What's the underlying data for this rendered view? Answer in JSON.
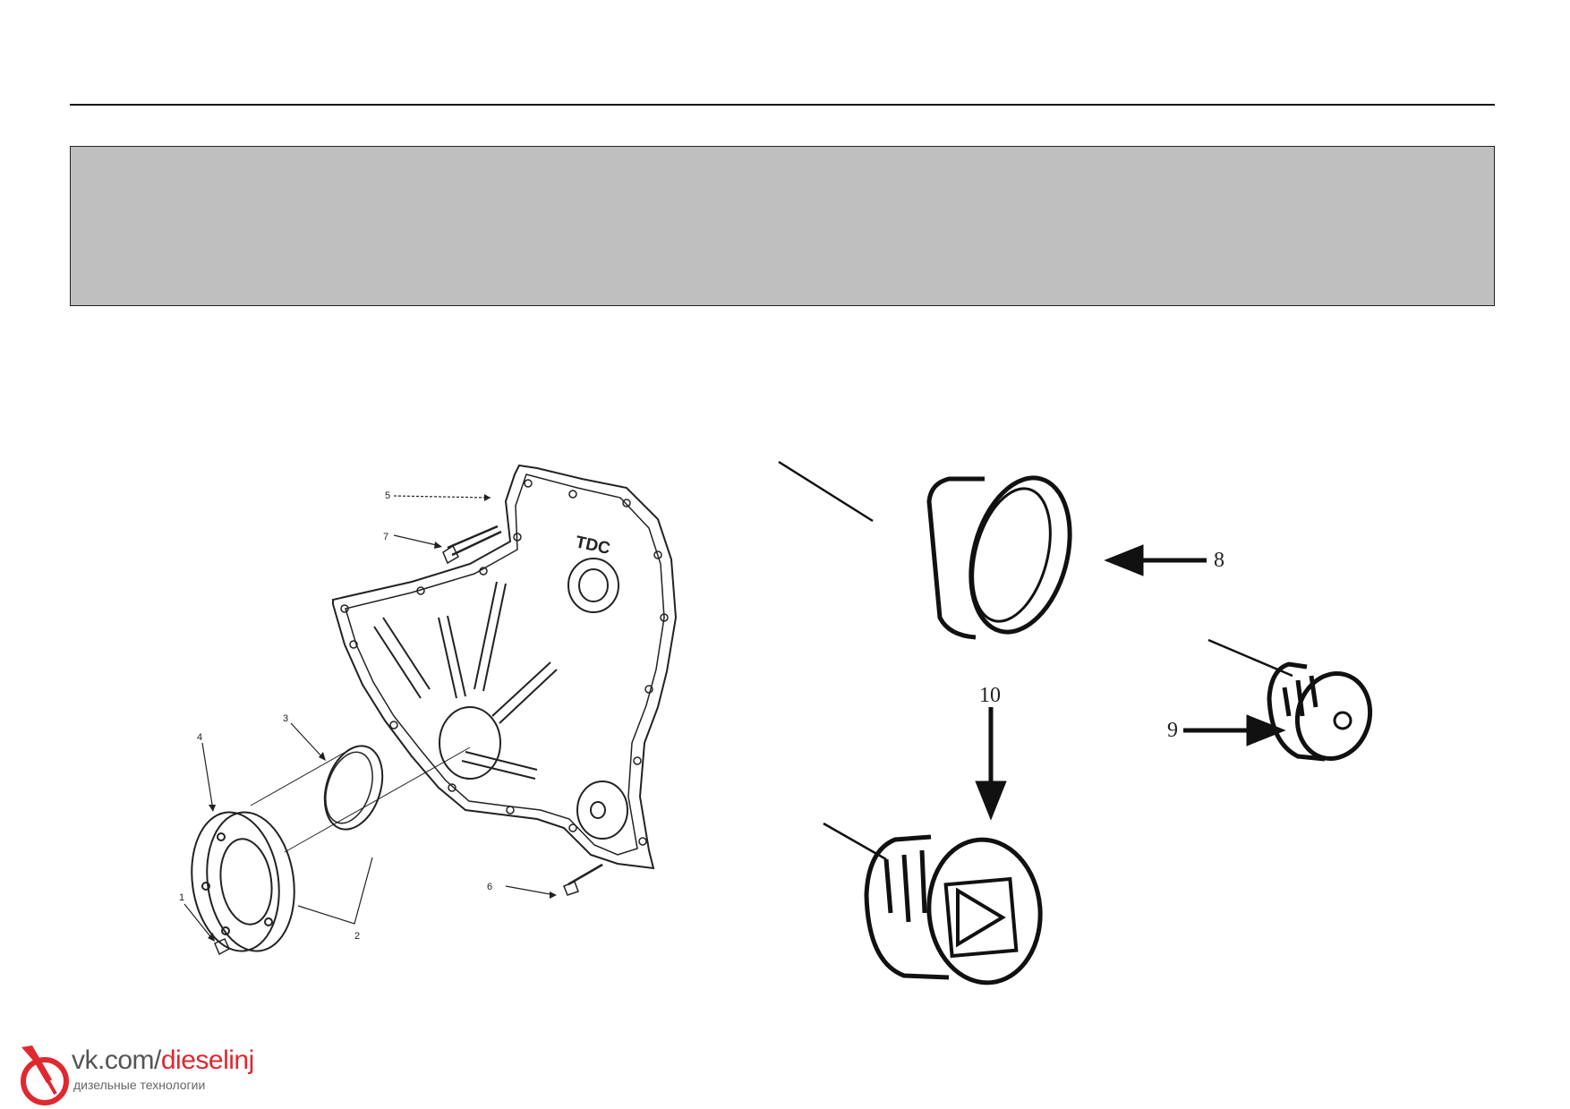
{
  "figure_left": {
    "callouts": [
      "1",
      "2",
      "3",
      "4",
      "5",
      "6",
      "7"
    ],
    "stamp": "TDC"
  },
  "figure_right": {
    "callouts": [
      "8",
      "9",
      "10"
    ]
  },
  "logo": {
    "site": "vk.com/",
    "handle": "dieselinj",
    "tagline": "дизельные технологии",
    "accent_color": "#e0282f"
  }
}
